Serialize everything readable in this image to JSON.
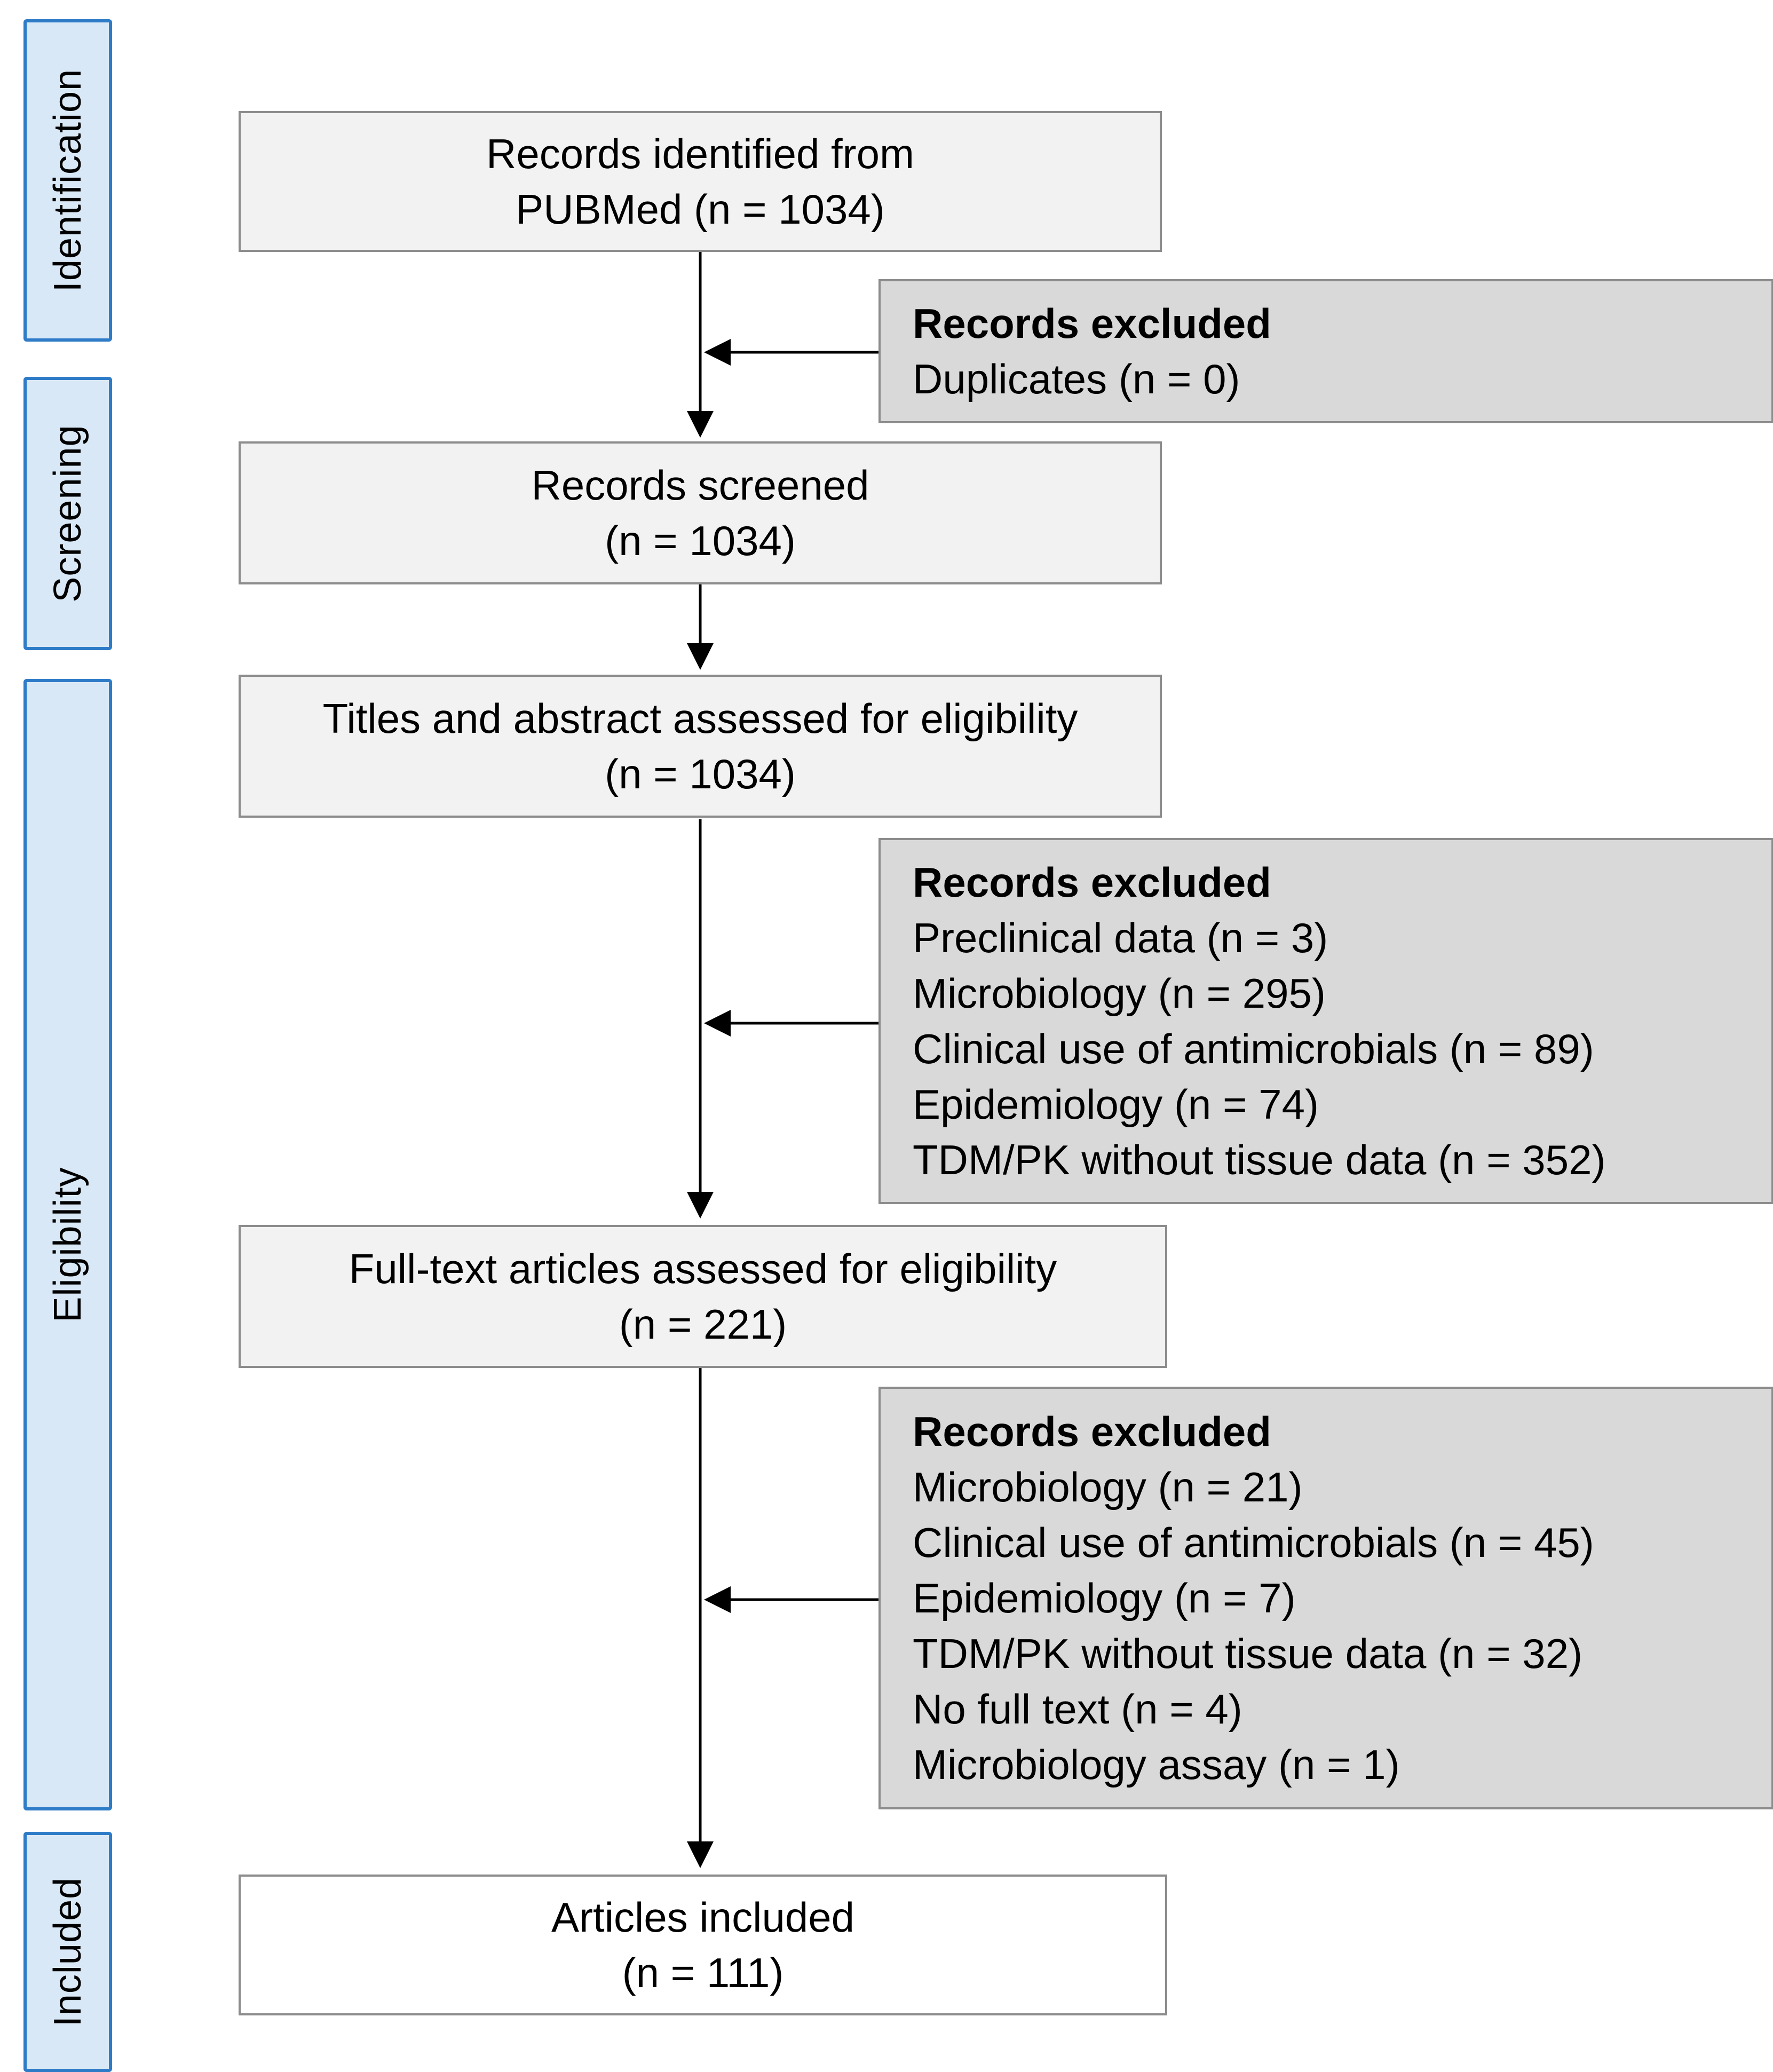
{
  "stages": {
    "identification": "Identification",
    "screening": "Screening",
    "eligibility": "Eligibility",
    "included": "Included"
  },
  "boxes": {
    "identified": {
      "line1": "Records identified from",
      "line2": "PUBMed (n = 1034)"
    },
    "screened": {
      "line1": "Records screened",
      "line2": "(n = 1034)"
    },
    "titles": {
      "line1": "Titles and abstract assessed for eligibility",
      "line2": "(n = 1034)"
    },
    "fulltext": {
      "line1": "Full-text articles assessed for eligibility",
      "line2": "(n = 221)"
    },
    "included": {
      "line1": "Articles included",
      "line2": "(n = 111)"
    }
  },
  "exclusions": {
    "duplicates": {
      "heading": "Records excluded",
      "items": [
        "Duplicates (n = 0)"
      ]
    },
    "abstract": {
      "heading": "Records excluded",
      "items": [
        "Preclinical data (n = 3)",
        "Microbiology (n = 295)",
        "Clinical use of antimicrobials (n = 89)",
        "Epidemiology (n = 74)",
        "TDM/PK without tissue data (n = 352)"
      ]
    },
    "fulltext": {
      "heading": "Records excluded",
      "items": [
        "Microbiology (n = 21)",
        "Clinical use of antimicrobials (n = 45)",
        "Epidemiology (n = 7)",
        "TDM/PK without tissue data (n = 32)",
        "No full text (n = 4)",
        "Microbiology assay (n = 1)"
      ]
    }
  },
  "colors": {
    "stage_fill": "#d9e8f6",
    "stage_border": "#2e7bc8",
    "box_fill": "#f2f2f2",
    "excl_fill": "#d9d9d9",
    "border": "#8c8c8c"
  }
}
